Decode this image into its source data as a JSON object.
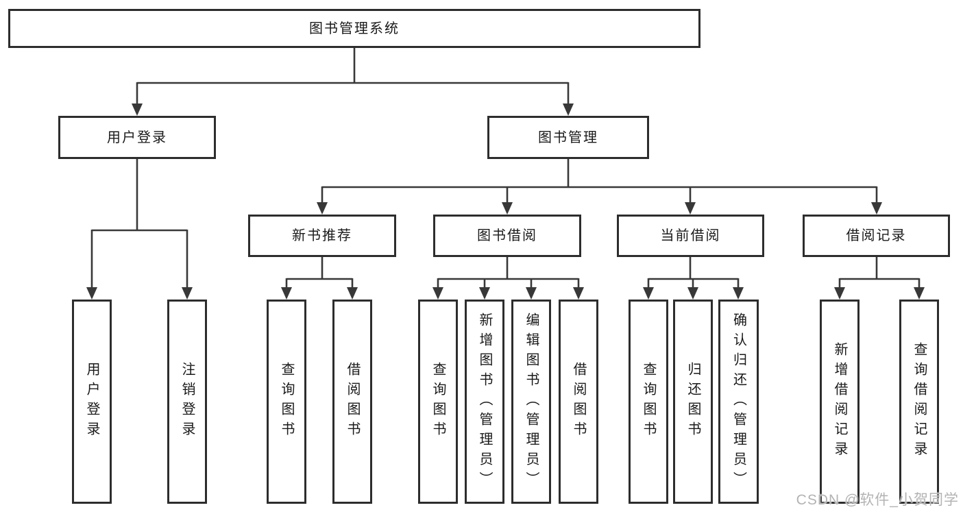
{
  "colors": {
    "line": "#383838",
    "border": "#2d2d2d",
    "text": "#1a1a1a",
    "watermark": "#b3b3b3",
    "background": "#ffffff"
  },
  "watermark": "CSDN @软件_小贺同学",
  "tree": {
    "root": {
      "label": "图书管理系统"
    },
    "branches": [
      {
        "label": "用户登录",
        "children": [
          {
            "label": "用户登录"
          },
          {
            "label": "注销登录"
          }
        ]
      },
      {
        "label": "图书管理",
        "children": [
          {
            "label": "新书推荐",
            "children": [
              {
                "label": "查询图书"
              },
              {
                "label": "借阅图书"
              }
            ]
          },
          {
            "label": "图书借阅",
            "children": [
              {
                "label": "查询图书"
              },
              {
                "label": "新增图书（管理员）"
              },
              {
                "label": "编辑图书（管理员）"
              },
              {
                "label": "借阅图书"
              }
            ]
          },
          {
            "label": "当前借阅",
            "children": [
              {
                "label": "查询图书"
              },
              {
                "label": "归还图书"
              },
              {
                "label": "确认归还（管理员）"
              }
            ]
          },
          {
            "label": "借阅记录",
            "children": [
              {
                "label": "新增借阅记录"
              },
              {
                "label": "查询借阅记录"
              }
            ]
          }
        ]
      }
    ]
  }
}
